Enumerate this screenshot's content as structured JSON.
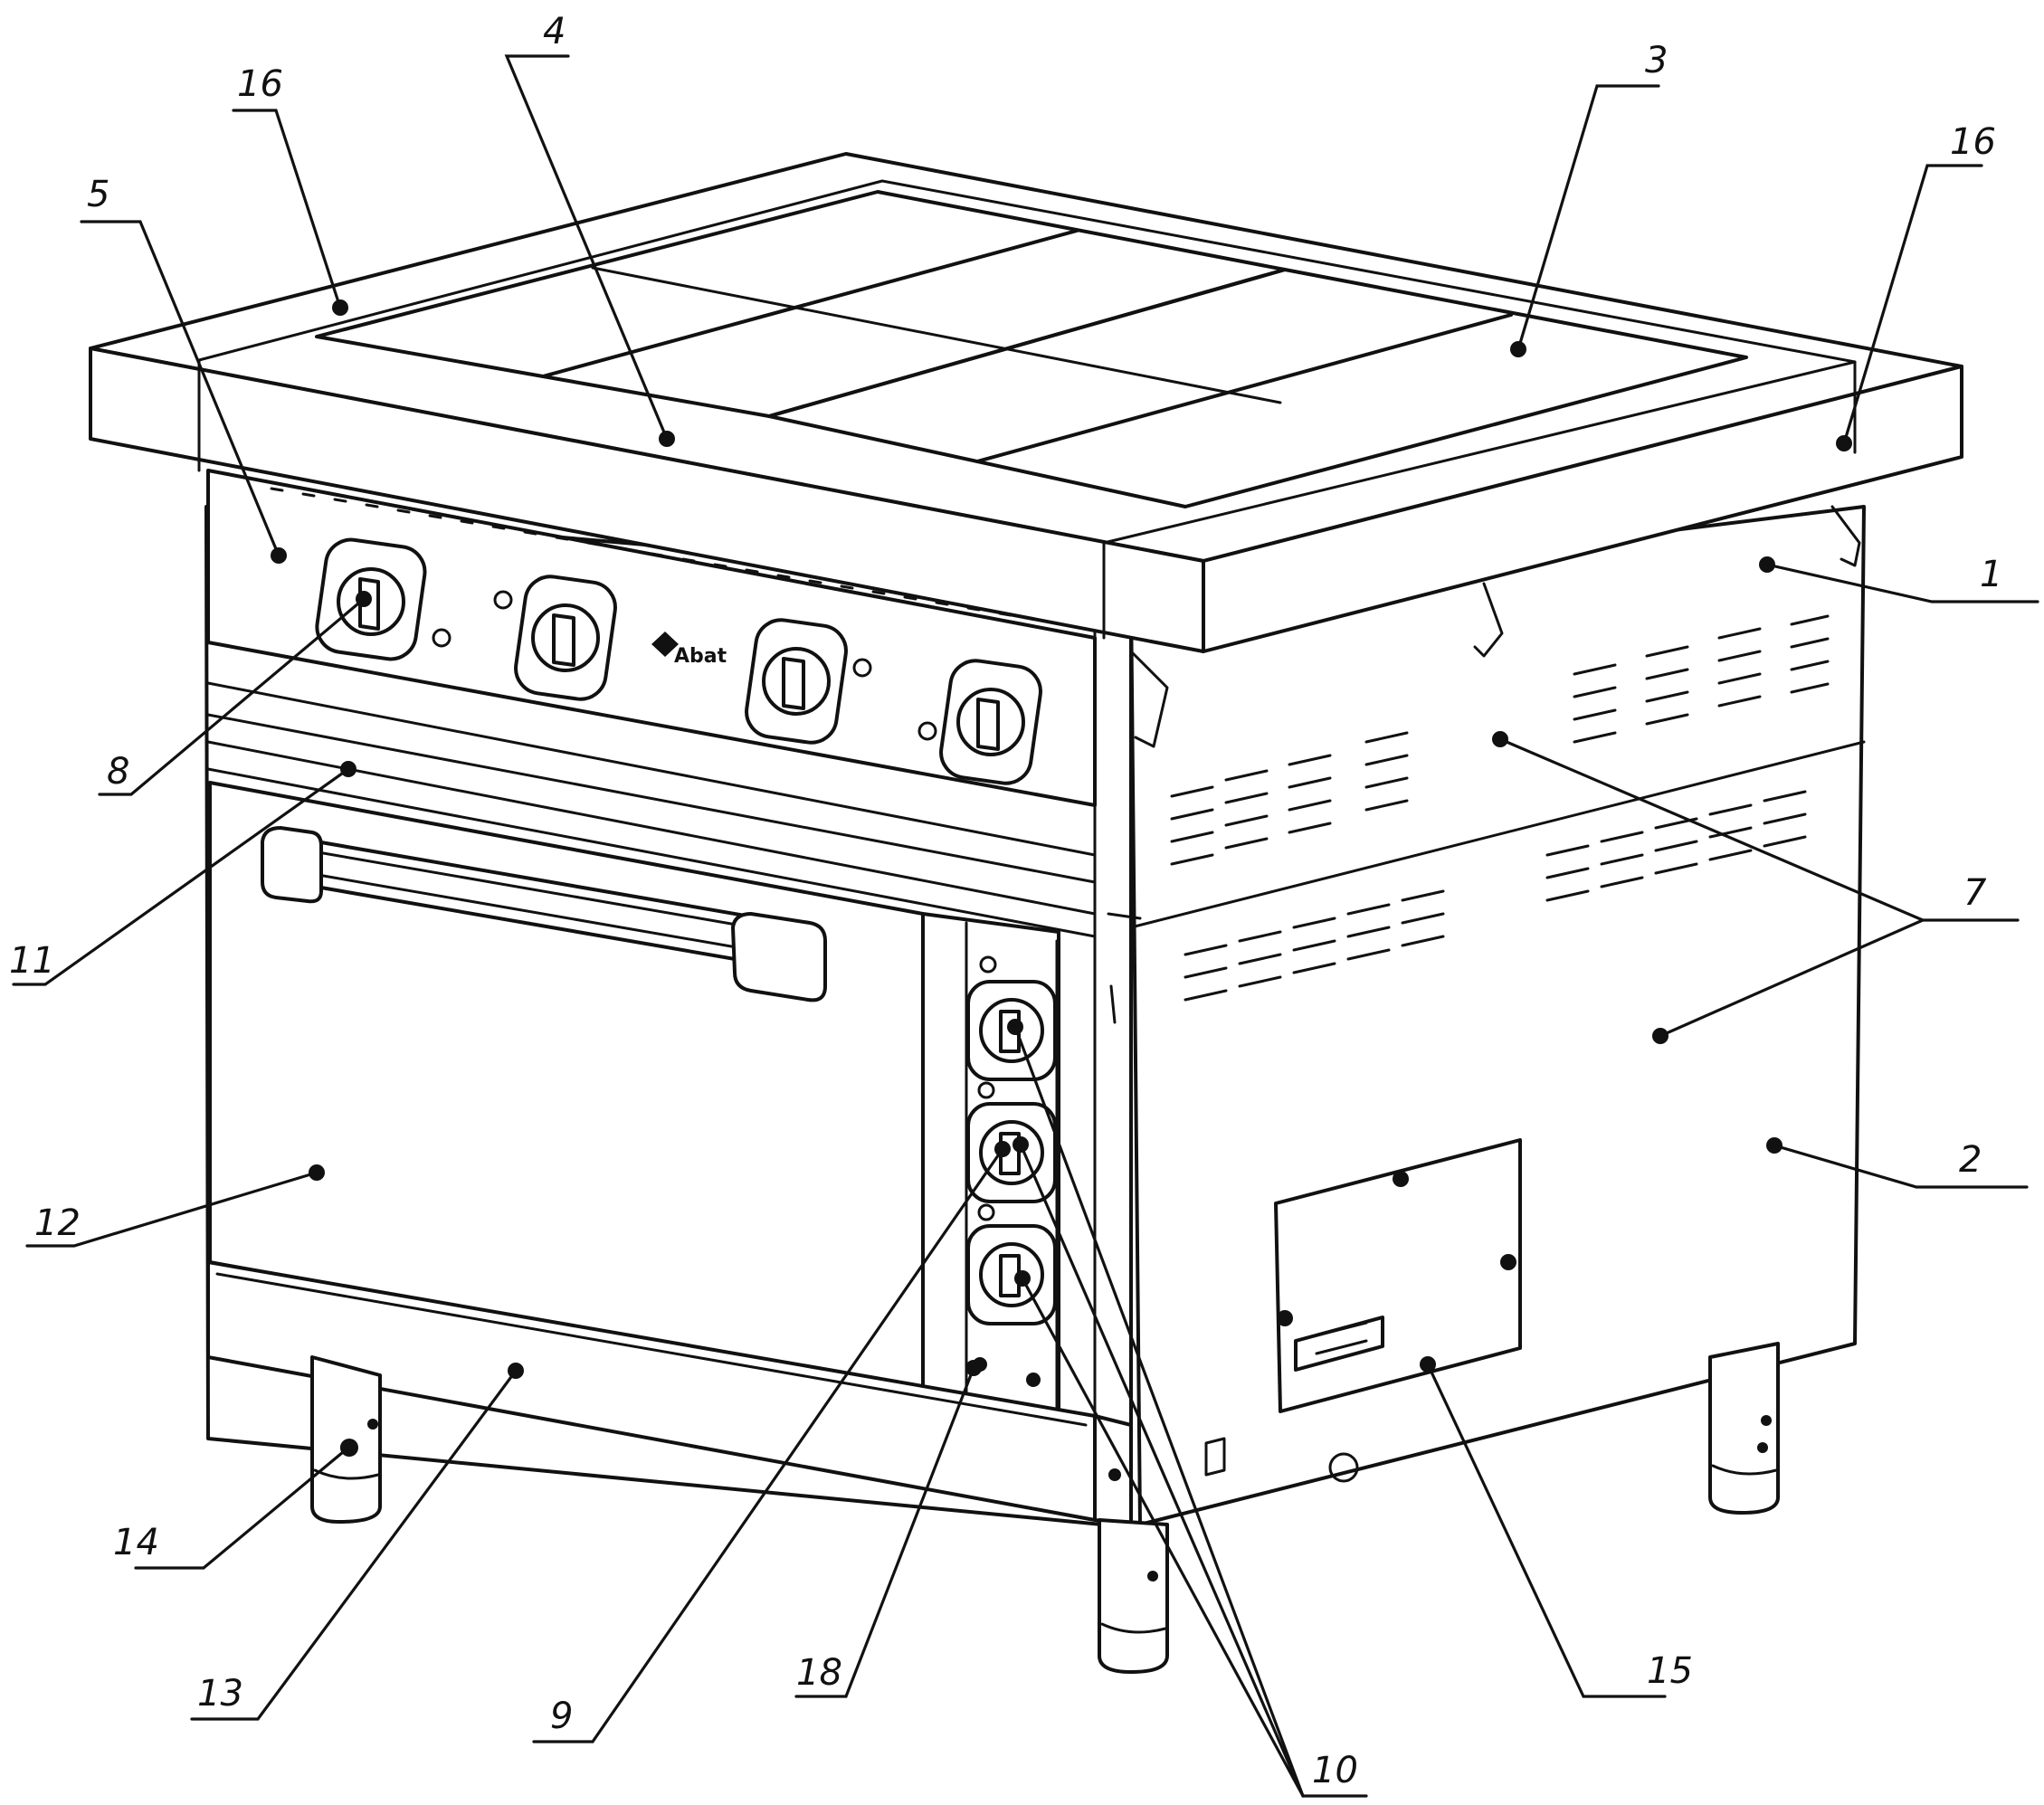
{
  "brand": "Abat",
  "callouts": [
    {
      "id": "1",
      "label": "1"
    },
    {
      "id": "2",
      "label": "2"
    },
    {
      "id": "3",
      "label": "3"
    },
    {
      "id": "4",
      "label": "4"
    },
    {
      "id": "5",
      "label": "5"
    },
    {
      "id": "7",
      "label": "7"
    },
    {
      "id": "8",
      "label": "8"
    },
    {
      "id": "9",
      "label": "9"
    },
    {
      "id": "10",
      "label": "10"
    },
    {
      "id": "11",
      "label": "11"
    },
    {
      "id": "12",
      "label": "12"
    },
    {
      "id": "13",
      "label": "13"
    },
    {
      "id": "14",
      "label": "14"
    },
    {
      "id": "15",
      "label": "15"
    },
    {
      "id": "16a",
      "label": "16"
    },
    {
      "id": "16b",
      "label": "16"
    },
    {
      "id": "18",
      "label": "18"
    }
  ]
}
